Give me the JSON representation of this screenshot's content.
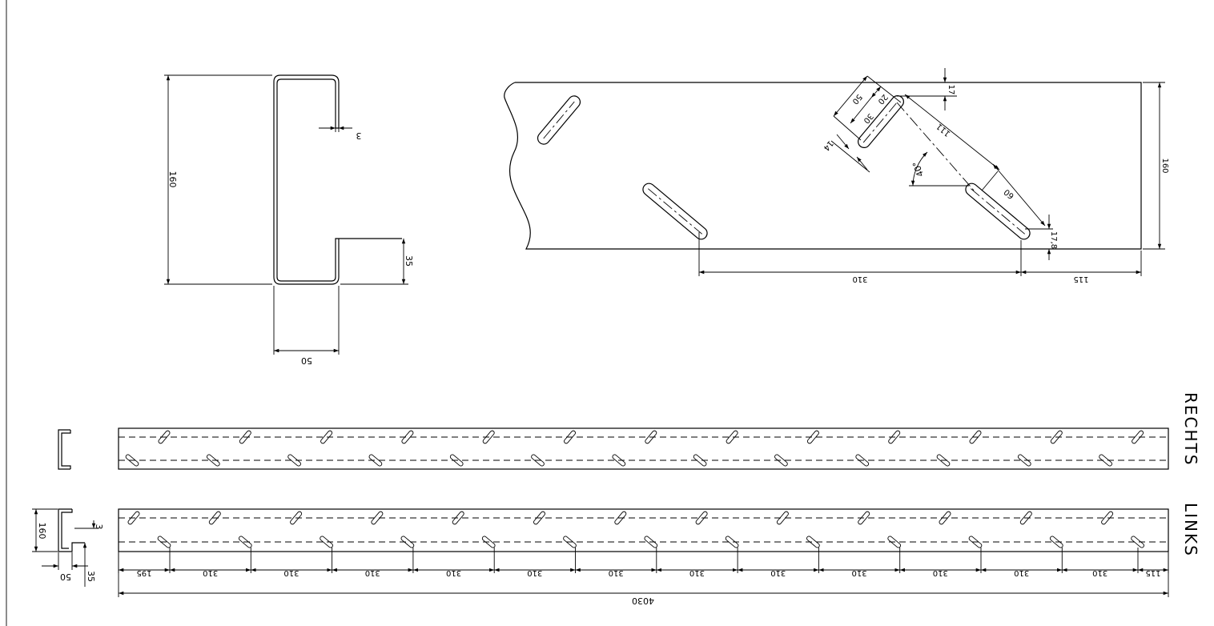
{
  "labels": {
    "right": "RECHTS",
    "left": "LINKS"
  },
  "section": {
    "height": "160",
    "width": "50",
    "lip": "35",
    "thickness": "3"
  },
  "detail": {
    "height": "160",
    "slot_len": "50",
    "d20": "20",
    "d30": "30",
    "d14": "14",
    "d17": "17",
    "d111": "111",
    "angle": "40°",
    "d60": "60",
    "d178": "17,8",
    "pitch": "310",
    "end": "115"
  },
  "mini_profile": {
    "height": "160",
    "width": "50",
    "lip": "35",
    "thickness": "3"
  },
  "bottom_dims": {
    "start": "195",
    "pitch": "310",
    "end": "115",
    "total": "4030"
  }
}
